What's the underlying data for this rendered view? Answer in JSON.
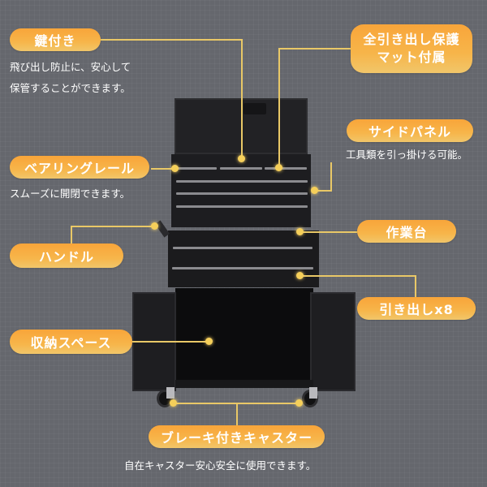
{
  "callouts": {
    "lock": {
      "label": "鍵付き",
      "desc_lines": [
        "飛び出し防止に、安心して",
        "保管することができます。"
      ]
    },
    "mat": {
      "label_lines": [
        "全引き出し保護",
        "マット付属"
      ]
    },
    "side_panel": {
      "label": "サイドパネル",
      "desc": "工具類を引っ掛ける可能。"
    },
    "bearing_rail": {
      "label": "ベアリングレール",
      "desc": "スムーズに開閉できます。"
    },
    "workbench": {
      "label": "作業台"
    },
    "handle": {
      "label": "ハンドル"
    },
    "drawers": {
      "label": "引き出しx8"
    },
    "storage": {
      "label": "収納スペース"
    },
    "casters": {
      "label": "ブレーキ付きキャスター",
      "desc": "自在キャスター安心安全に使用できます。"
    }
  },
  "colors": {
    "background": "#65676d",
    "pill_orange": "#f8a53a",
    "line_yellow": "#e9c867",
    "cabinet_black": "#1a1a1c"
  }
}
